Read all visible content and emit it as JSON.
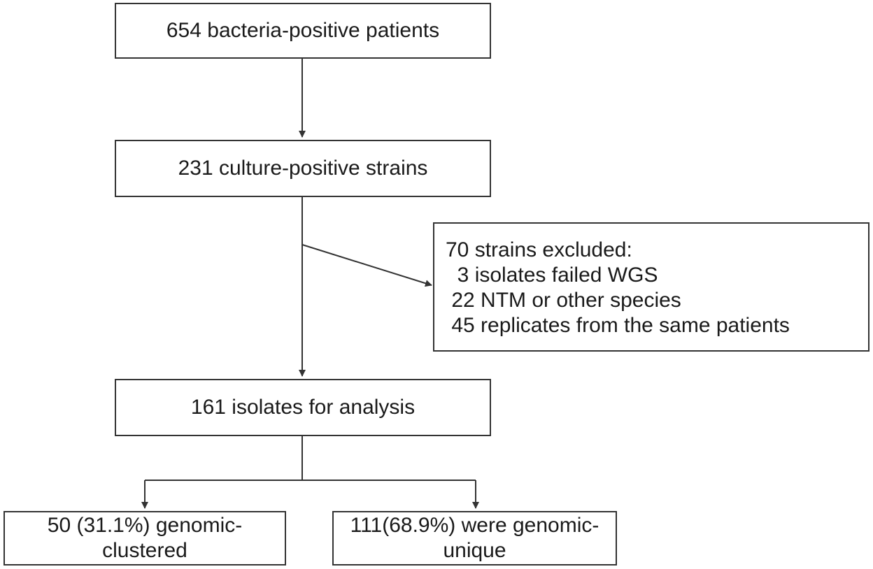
{
  "nodes": {
    "patients": "654 bacteria-positive patients",
    "culture": "231 culture-positive strains",
    "excluded": {
      "title": "70 strains excluded:",
      "items": [
        "  3 isolates failed WGS",
        " 22 NTM or other species",
        " 45 replicates from the same patients"
      ]
    },
    "analysis": "161 isolates for analysis",
    "clustered": {
      "line1": "50 (31.1%)  genomic-",
      "line2": "clustered"
    },
    "unique": {
      "line1": "111(68.9%) were genomic-",
      "line2": "unique"
    }
  },
  "colors": {
    "stroke": "#333333",
    "text": "#1a1a1a",
    "background": "#ffffff"
  }
}
